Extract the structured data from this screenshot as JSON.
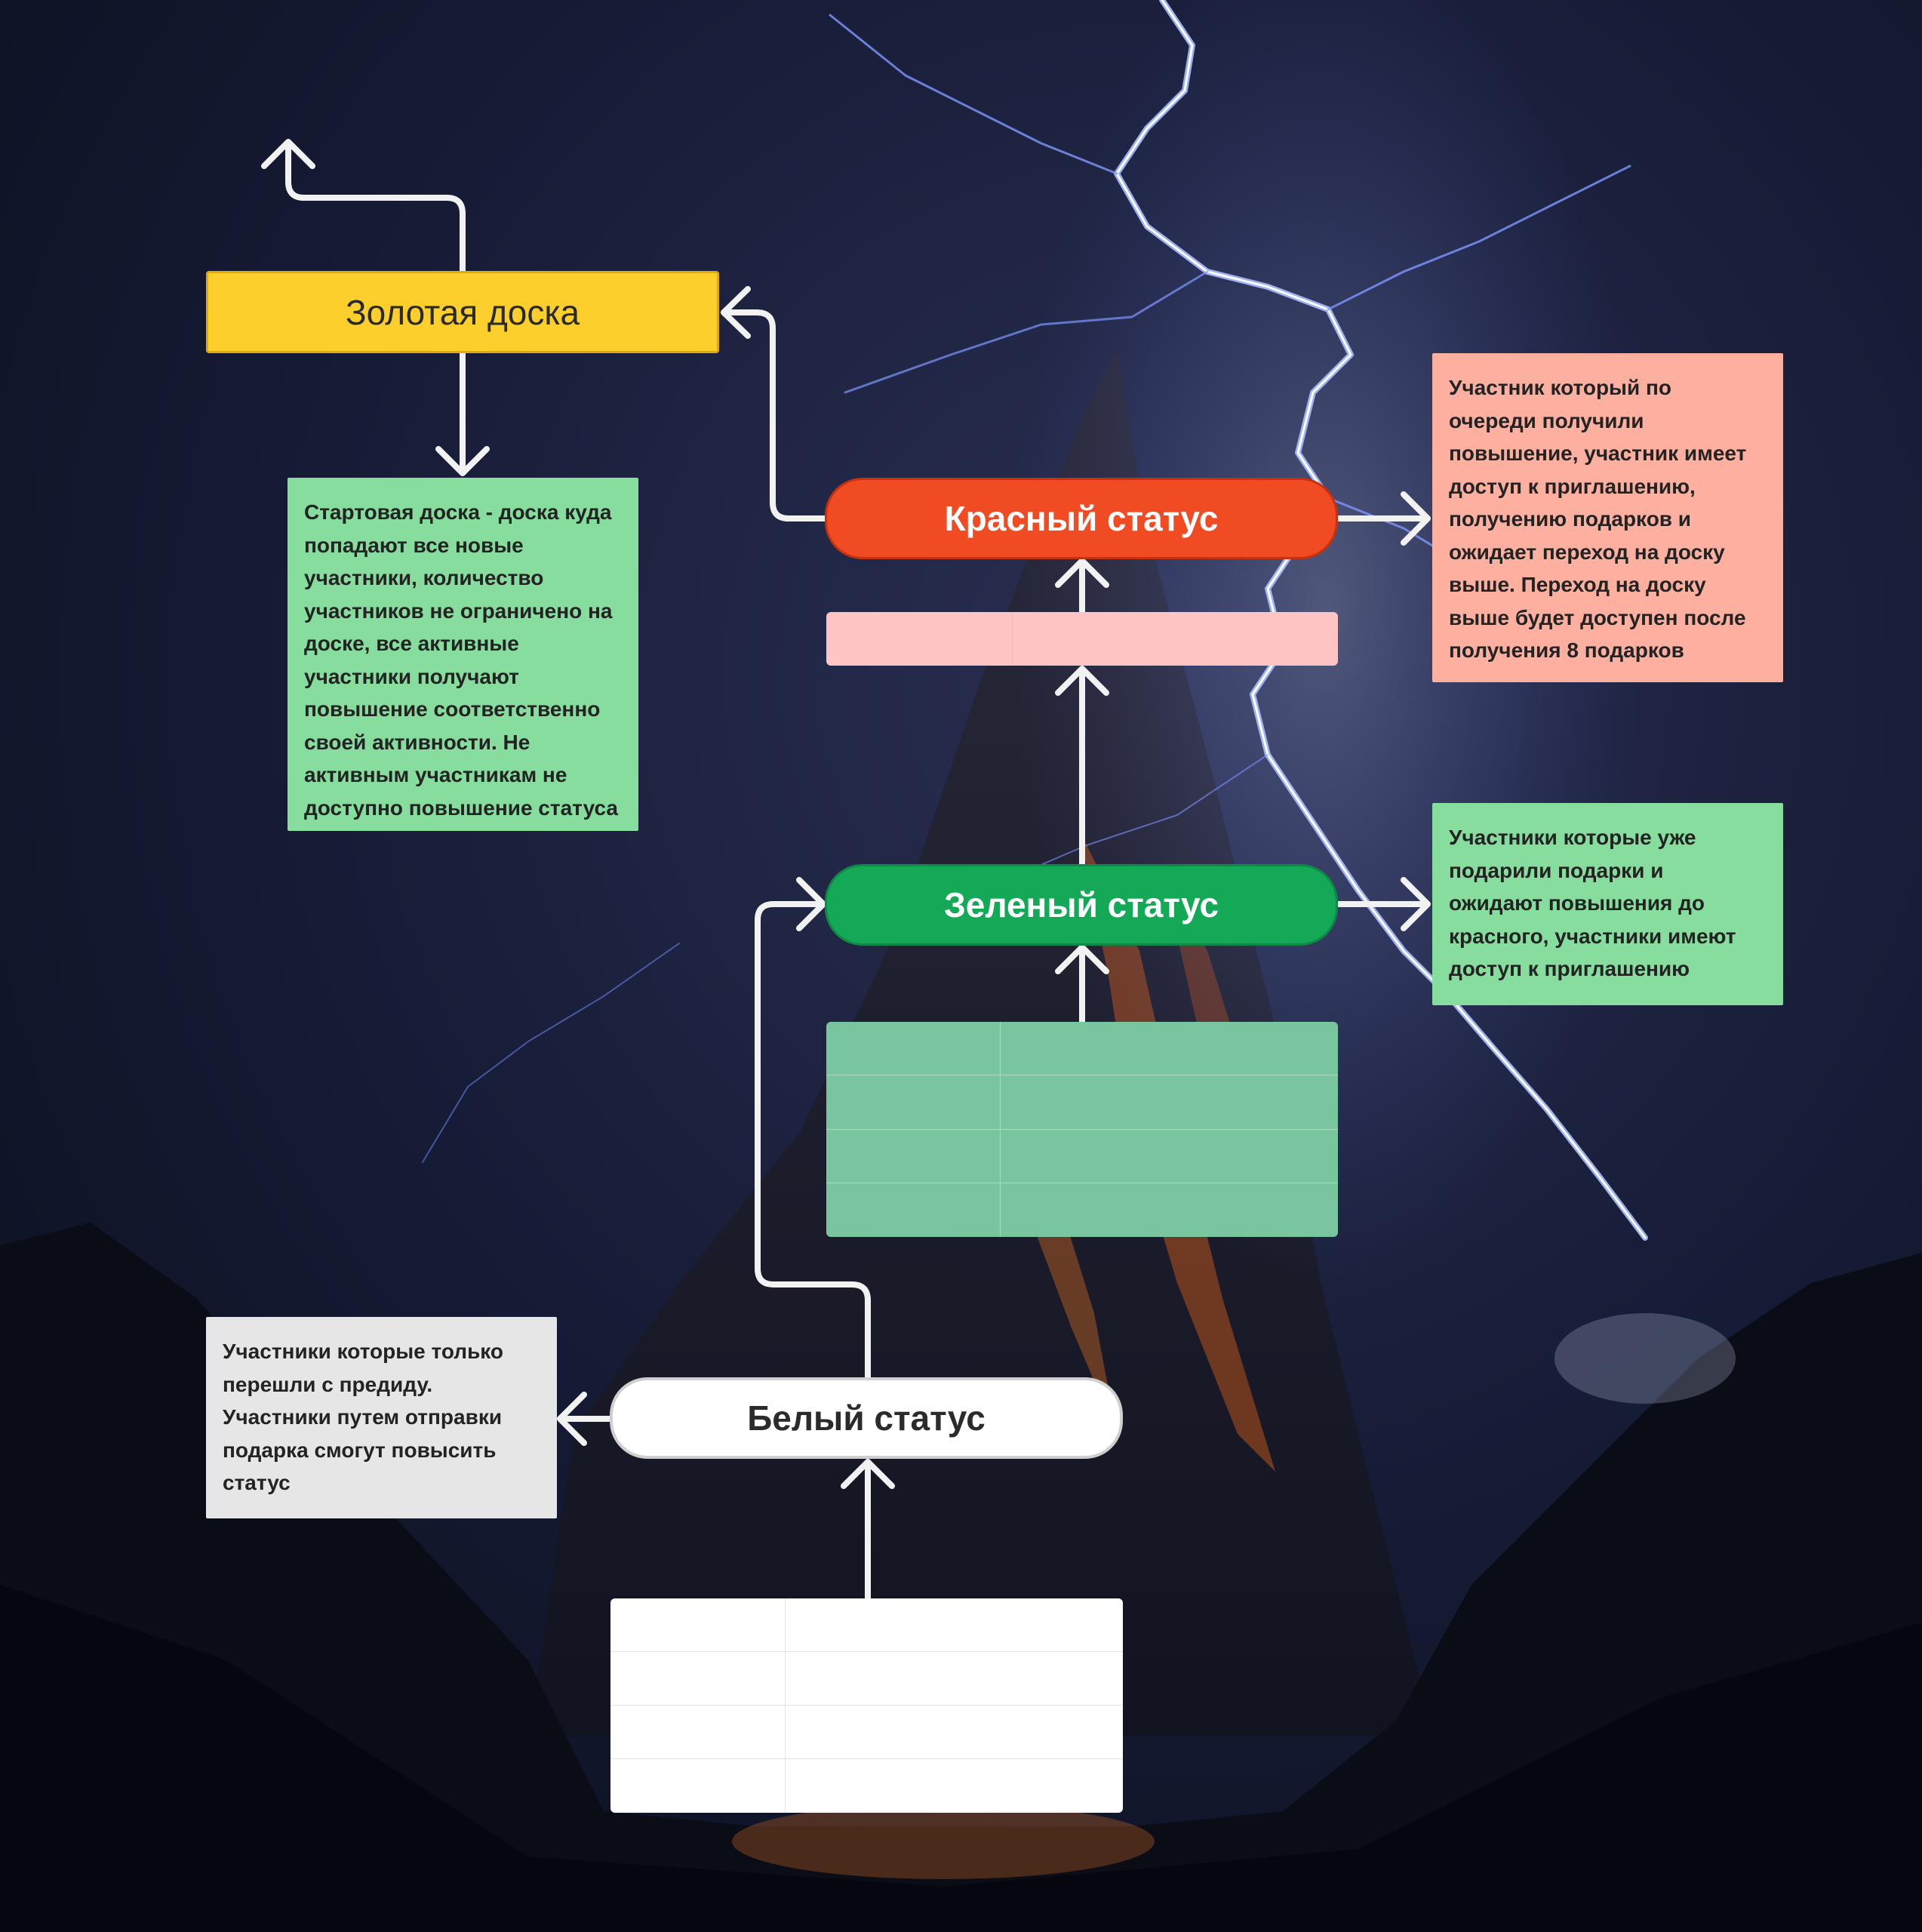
{
  "colors": {
    "gold": "#fccf2c",
    "red_status": "#f04b22",
    "green_status": "#14a957",
    "white_status": "#ffffff",
    "note_green": "#86dd9d",
    "note_red": "#feb0a0",
    "note_gray": "#e6e6e6",
    "table_red": "#ffc5c5",
    "table_green": "#78c59f",
    "arrow": "#f2f2f2"
  },
  "boards": {
    "gold": "Золотая доска"
  },
  "statuses": {
    "red": "Красный статус",
    "green": "Зеленый статус",
    "white": "Белый статус"
  },
  "notes": {
    "start": "Стартовая доска - доска куда\nпопадают все новые\nучастники, количество\nучастников не ограничено на\nдоске, все активные\nучастники получают\nповышение соответственно\nсвоей активности. Не\nактивным участникам не\nдоступно повышение статуса",
    "red": "Участник который по\nочереди получили\nповышение, участник имеет\nдоступ к приглашению,\nполучению подарков и\nожидает переход на доску\nвыше. Переход на доску\nвыше будет доступен после\nполучения 8 подарков",
    "green": "Участники которые уже\nподарили подарки и\nожидают повышения до\nкрасного, участники имеют\nдоступ к приглашению",
    "white": "Участники которые только\nперешли с предиду.\nУчастники путем отправки\nподарка смогут повысить\nстатус"
  },
  "tables": {
    "red": {
      "rows": 1,
      "cols": 2
    },
    "green": {
      "rows": 4,
      "cols": 2
    },
    "white": {
      "rows": 4,
      "cols": 2
    }
  }
}
